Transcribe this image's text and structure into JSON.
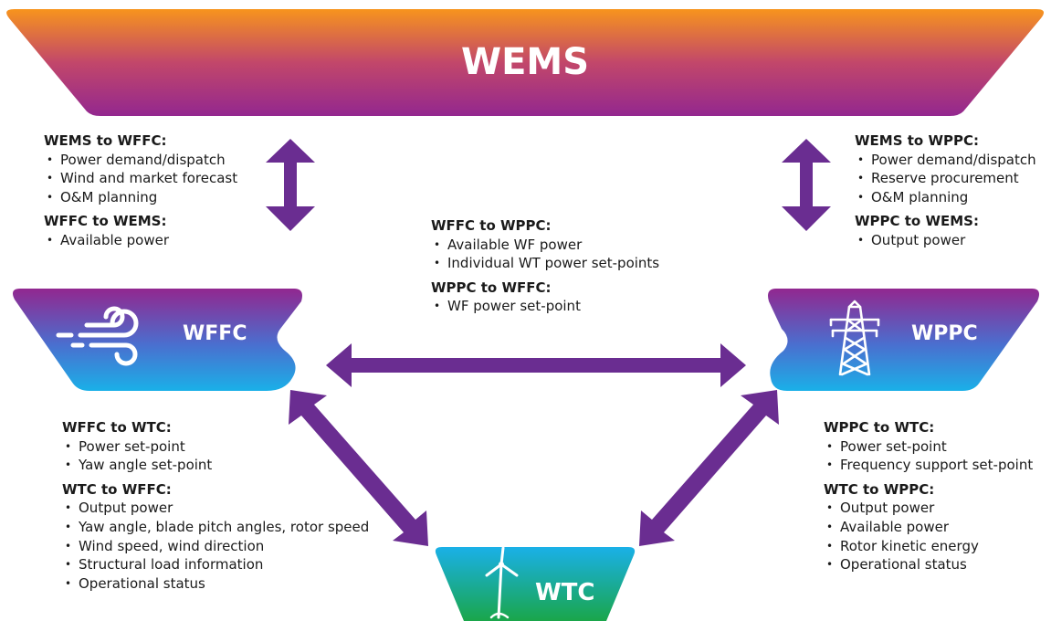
{
  "nodes": {
    "wems": {
      "label": "WEMS"
    },
    "wffc": {
      "label": "WFFC",
      "icon": "wind-icon"
    },
    "wppc": {
      "label": "WPPC",
      "icon": "transmission-tower-icon"
    },
    "wtc": {
      "label": "WTC",
      "icon": "wind-turbine-icon"
    }
  },
  "blocks": {
    "wems_wffc": {
      "sections": [
        {
          "heading": "WEMS to WFFC:",
          "items": [
            "Power demand/dispatch",
            "Wind and market forecast",
            "O&M planning"
          ]
        },
        {
          "heading": "WFFC to WEMS:",
          "items": [
            "Available power"
          ]
        }
      ]
    },
    "wems_wppc": {
      "sections": [
        {
          "heading": "WEMS to WPPC:",
          "items": [
            "Power demand/dispatch",
            "Reserve procurement",
            "O&M planning"
          ]
        },
        {
          "heading": "WPPC to WEMS:",
          "items": [
            "Output power"
          ]
        }
      ]
    },
    "wffc_wppc": {
      "sections": [
        {
          "heading": "WFFC to WPPC:",
          "items": [
            "Available WF power",
            "Individual WT power set-points"
          ]
        },
        {
          "heading": "WPPC to WFFC:",
          "items": [
            "WF power set-point"
          ]
        }
      ]
    },
    "wffc_wtc": {
      "sections": [
        {
          "heading": "WFFC to WTC:",
          "items": [
            "Power set-point",
            "Yaw angle set-point"
          ]
        },
        {
          "heading": "WTC to WFFC:",
          "items": [
            "Output power",
            "Yaw angle, blade pitch angles, rotor speed",
            "Wind speed, wind direction",
            "Structural load information",
            "Operational status"
          ]
        }
      ]
    },
    "wppc_wtc": {
      "sections": [
        {
          "heading": "WPPC to WTC:",
          "items": [
            "Power set-point",
            "Frequency support set-point"
          ]
        },
        {
          "heading": "WTC to WPPC:",
          "items": [
            "Output power",
            "Available power",
            "Rotor kinetic energy",
            "Operational status"
          ]
        }
      ]
    }
  },
  "colors": {
    "arrow": "#6a2d91",
    "wems_top": "#f7941d",
    "wems_bottom": "#93278f",
    "wffc_top": "#92278f",
    "wffc_bottom": "#1ab0e8",
    "wtc_top": "#1ab0e8",
    "wtc_bottom": "#1aa64a"
  }
}
